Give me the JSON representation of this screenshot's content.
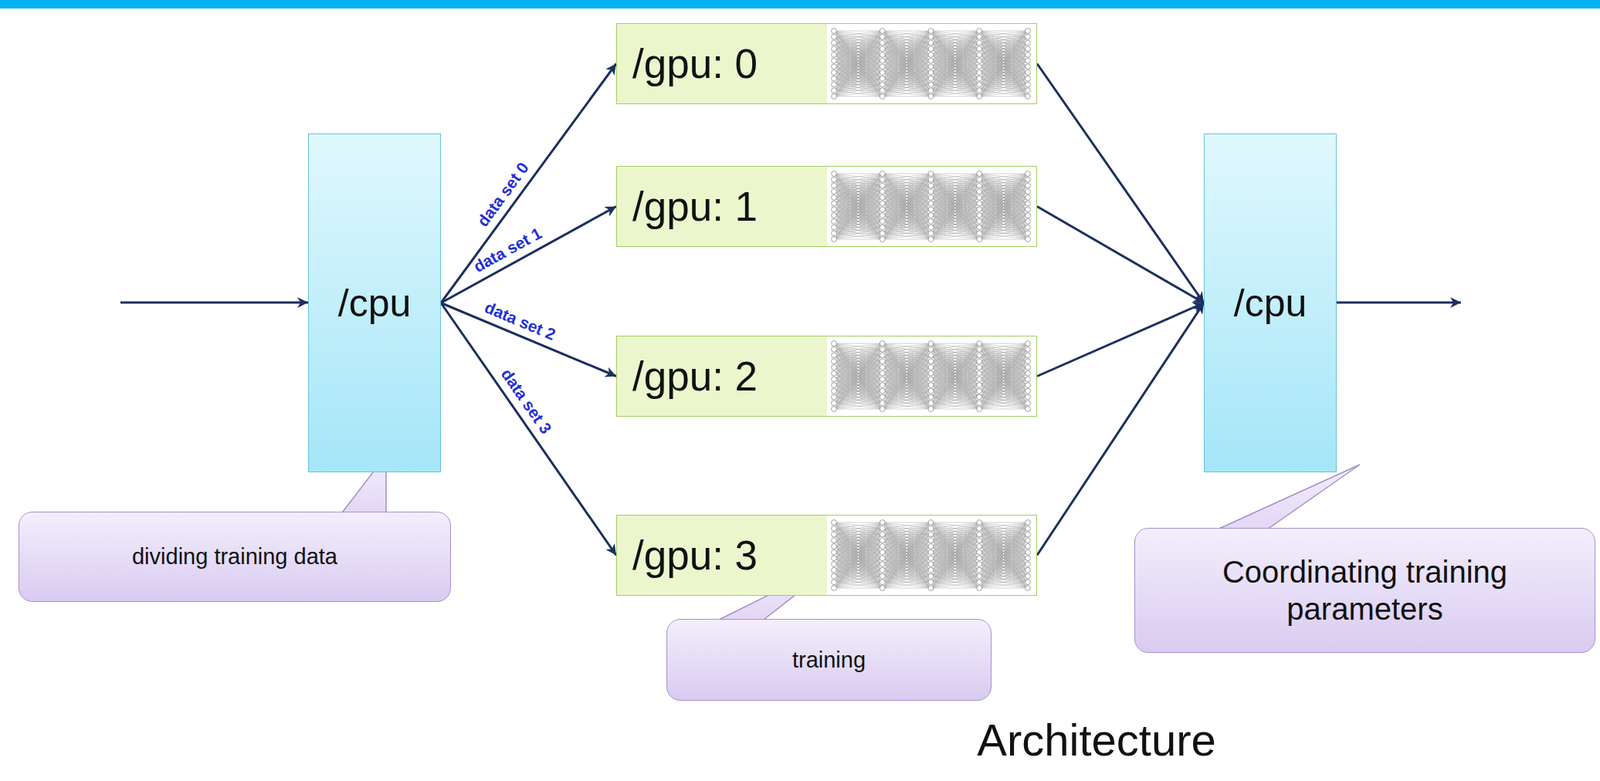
{
  "diagram": {
    "caption": "Architecture",
    "nodes": [
      {
        "text": [
          "/cpu"
        ]
      },
      {
        "text": [
          "/gpu: 0"
        ]
      },
      {
        "text": [
          "/gpu: 1"
        ]
      },
      {
        "text": [
          "/gpu: 2"
        ]
      },
      {
        "text": [
          "/gpu: 3"
        ]
      },
      {
        "text": [
          "/cpu"
        ]
      },
      {
        "text": [
          "dividing training data"
        ]
      },
      {
        "text": [
          "training"
        ]
      },
      {
        "text": [
          "Coordinating training parameters"
        ]
      }
    ],
    "edges": [
      {
        "from": 0,
        "to": 1,
        "label": "data set 0",
        "arrow": "to"
      },
      {
        "from": 0,
        "to": 2,
        "label": "data set 1",
        "arrow": "to"
      },
      {
        "from": 0,
        "to": 3,
        "label": "data set 2",
        "arrow": "to"
      },
      {
        "from": 0,
        "to": 4,
        "label": "data set 3",
        "arrow": "to"
      },
      {
        "from": 1,
        "to": 5,
        "arrow": "to"
      },
      {
        "from": 2,
        "to": 5,
        "arrow": "to"
      },
      {
        "from": 3,
        "to": 5,
        "arrow": "to"
      },
      {
        "from": 4,
        "to": 5,
        "arrow": "to"
      }
    ]
  }
}
